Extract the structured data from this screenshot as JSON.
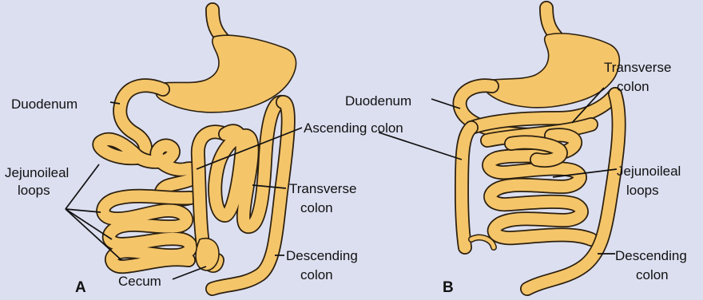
{
  "panel_a": {
    "letter": "A",
    "labels": {
      "duodenum": "Duodenum",
      "jejunoileal_1": "Jejunoileal",
      "jejunoileal_2": "loops",
      "ascending_colon": "Ascending colon",
      "transverse_1": "Transverse",
      "transverse_2": "colon",
      "descending_1": "Descending",
      "descending_2": "colon",
      "cecum": "Cecum"
    }
  },
  "panel_b": {
    "letter": "B",
    "labels": {
      "duodenum": "Duodenum",
      "transverse_1": "Transverse",
      "transverse_2": "colon",
      "jejunoileal_1": "Jejunoileal",
      "jejunoileal_2": "loops",
      "descending_1": "Descending",
      "descending_2": "colon"
    }
  },
  "colors": {
    "background": "#dcdff0",
    "organ_fill": "#f5c56a",
    "outline": "#2b2010",
    "label_text": "#111111"
  }
}
